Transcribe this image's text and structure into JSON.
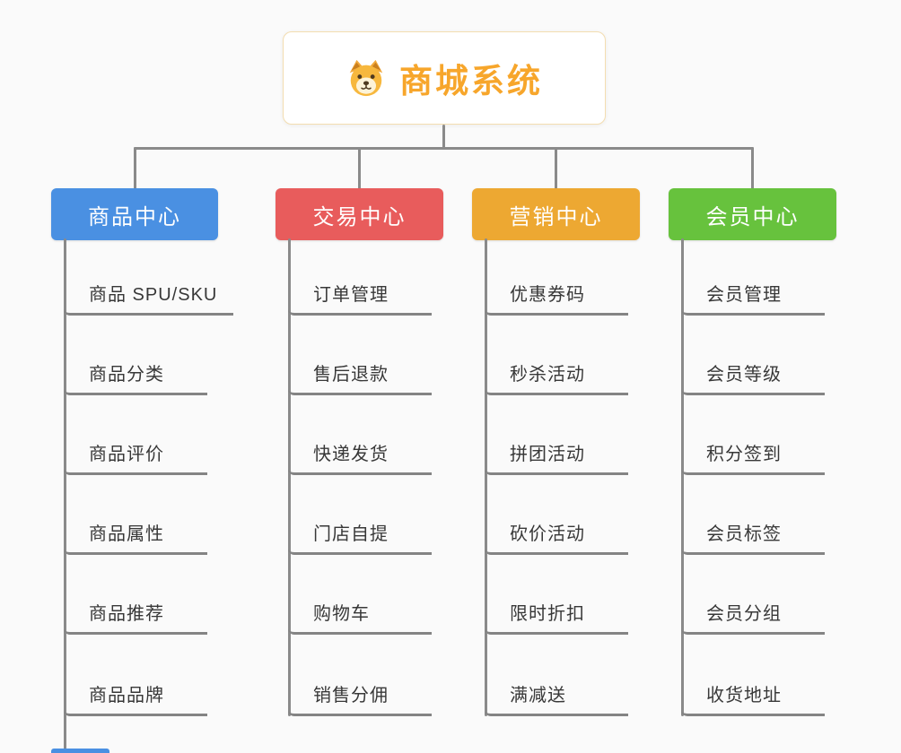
{
  "root": {
    "title": "商城系统",
    "icon": "dog-icon"
  },
  "colors": {
    "connector": "#8a8a8a",
    "root_title": "#f7a62b",
    "root_border": "#f3ddb0"
  },
  "branches": [
    {
      "label": "商品中心",
      "color": "#4a90e2",
      "children": [
        "商品 SPU/SKU",
        "商品分类",
        "商品评价",
        "商品属性",
        "商品推荐",
        "商品品牌"
      ]
    },
    {
      "label": "交易中心",
      "color": "#e85c5c",
      "children": [
        "订单管理",
        "售后退款",
        "快递发货",
        "门店自提",
        "购物车",
        "销售分佣"
      ]
    },
    {
      "label": "营销中心",
      "color": "#eda832",
      "children": [
        "优惠券码",
        "秒杀活动",
        "拼团活动",
        "砍价活动",
        "限时折扣",
        "满减送"
      ]
    },
    {
      "label": "会员中心",
      "color": "#67c23d",
      "children": [
        "会员管理",
        "会员等级",
        "积分签到",
        "会员标签",
        "会员分组",
        "收货地址"
      ]
    }
  ]
}
